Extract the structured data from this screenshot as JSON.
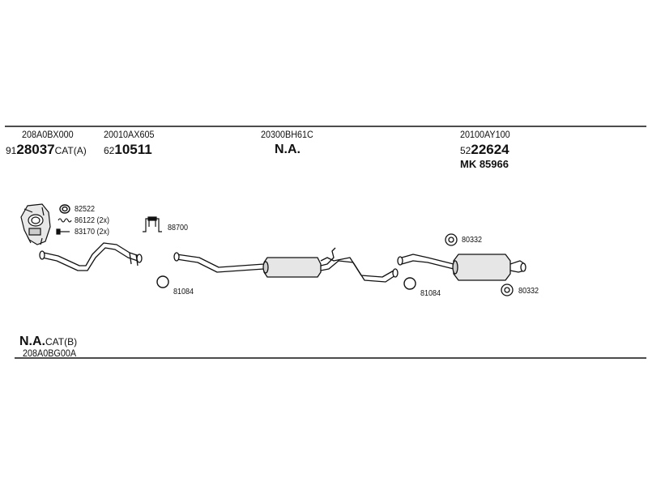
{
  "top_groups": [
    {
      "code": "208A0BX000",
      "prefix": "91",
      "number": "28037",
      "suffix": "CAT(A)"
    },
    {
      "code": "20010AX605",
      "prefix": "62",
      "number": "10511",
      "suffix": ""
    },
    {
      "code": "20300BH61C",
      "na": "N.A."
    },
    {
      "code": "20100AY100",
      "prefix": "52",
      "number": "22624",
      "suffix": "",
      "extra": "MK  85966"
    }
  ],
  "bottom_group": {
    "na": "N.A.",
    "suffix": "CAT(B)",
    "code": "208A0BG00A"
  },
  "parts": {
    "p82522": "82522",
    "p86122": "86122 (2x)",
    "p83170": "83170 (2x)",
    "p88700": "88700",
    "p81084_left": "81084",
    "p81084_right": "81084",
    "p80332_top": "80332",
    "p80332_bottom": "80332"
  },
  "colors": {
    "line": "#111111",
    "background": "#ffffff"
  }
}
